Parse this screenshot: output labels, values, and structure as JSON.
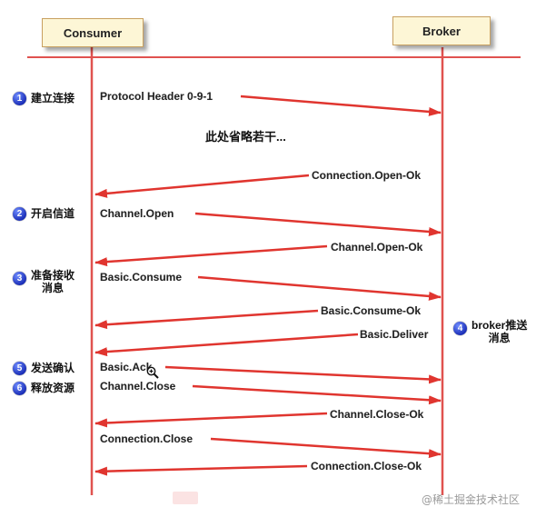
{
  "participants": {
    "consumer": "Consumer",
    "broker": "Broker"
  },
  "note": "此处省略若干...",
  "steps": [
    {
      "num": "1",
      "label": "建立连接"
    },
    {
      "num": "2",
      "label": "开启信道"
    },
    {
      "num": "3",
      "label": "准备接收\n消息"
    },
    {
      "num": "4",
      "label": "broker推送\n消息"
    },
    {
      "num": "5",
      "label": "发送确认"
    },
    {
      "num": "6",
      "label": "释放资源"
    }
  ],
  "messages": [
    {
      "label": "Protocol Header 0-9-1",
      "direction": "to-broker"
    },
    {
      "label": "Connection.Open-Ok",
      "direction": "to-consumer"
    },
    {
      "label": "Channel.Open",
      "direction": "to-broker"
    },
    {
      "label": "Channel.Open-Ok",
      "direction": "to-consumer"
    },
    {
      "label": "Basic.Consume",
      "direction": "to-broker"
    },
    {
      "label": "Basic.Consume-Ok",
      "direction": "to-consumer"
    },
    {
      "label": "Basic.Deliver",
      "direction": "to-consumer"
    },
    {
      "label": "Basic.Ack",
      "direction": "to-broker"
    },
    {
      "label": "Channel.Close",
      "direction": "to-broker"
    },
    {
      "label": "Channel.Close-Ok",
      "direction": "to-consumer"
    },
    {
      "label": "Connection.Close",
      "direction": "to-broker"
    },
    {
      "label": "Connection.Close-Ok",
      "direction": "to-consumer"
    }
  ],
  "icons": {
    "cursor": "zoom-in-cursor-icon"
  },
  "watermark": "@稀土掘金技术社区",
  "colors": {
    "lifeline": "#e0524f",
    "arrow": "#e0352f",
    "box_fill": "#fdf6d6",
    "badge": "#1b2fb8"
  }
}
